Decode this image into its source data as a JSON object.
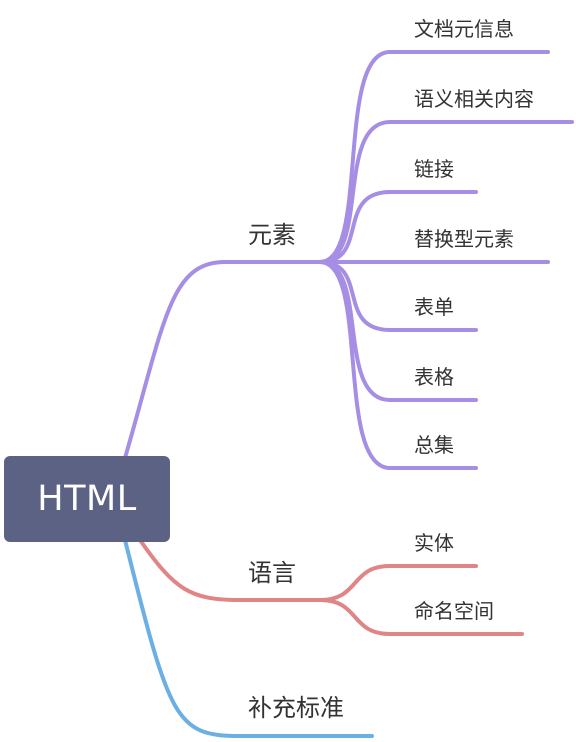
{
  "root": {
    "label": "HTML"
  },
  "colors": {
    "root_bg": "#5b6284",
    "purple": "#a58ee3",
    "red": "#e08585",
    "blue": "#6bafe3",
    "text": "#333333"
  },
  "branches": [
    {
      "label": "元素",
      "children": [
        "文档元信息",
        "语义相关内容",
        "链接",
        "替换型元素",
        "表单",
        "表格",
        "总集"
      ]
    },
    {
      "label": "语言",
      "children": [
        "实体",
        "命名空间"
      ]
    },
    {
      "label": "补充标准",
      "children": []
    }
  ]
}
